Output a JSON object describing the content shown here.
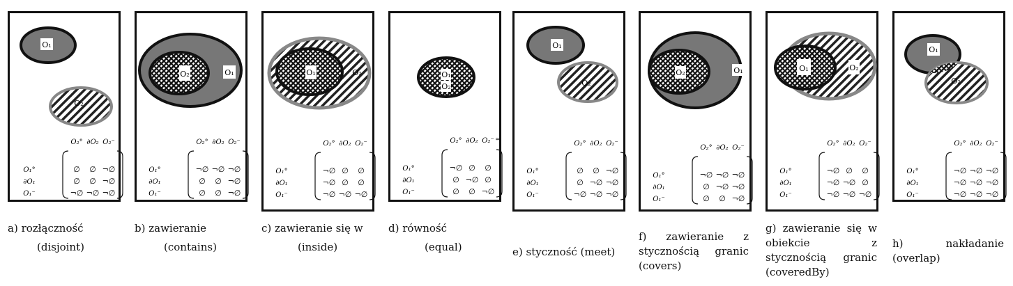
{
  "o1": "O₁",
  "o2": "O₂",
  "cols": [
    "O₂°",
    "∂O₂",
    "O₂⁻"
  ],
  "rows": [
    "O₁°",
    "∂O₁",
    "O₁⁻"
  ],
  "panels": [
    {
      "id": "a",
      "caption1": "a) rozłączność",
      "caption2": "(disjoint)",
      "matrix": [
        [
          "∅",
          "∅",
          "¬∅"
        ],
        [
          "∅",
          "∅",
          "¬∅"
        ],
        [
          "¬∅",
          "¬∅",
          "¬∅"
        ]
      ]
    },
    {
      "id": "b",
      "caption1": "b) zawieranie",
      "caption2": "(contains)",
      "matrix": [
        [
          "¬∅",
          "¬∅",
          "¬∅"
        ],
        [
          "∅",
          "∅",
          "¬∅"
        ],
        [
          "∅",
          "∅",
          "¬∅"
        ]
      ]
    },
    {
      "id": "c",
      "caption1": "c) zawieranie się w",
      "caption2": "(inside)",
      "matrix": [
        [
          "¬∅",
          "∅",
          "∅"
        ],
        [
          "¬∅",
          "∅",
          "∅"
        ],
        [
          "¬∅",
          "¬∅",
          "¬∅"
        ]
      ]
    },
    {
      "id": "d",
      "caption1": "d) równość",
      "caption2": "(equal)",
      "col_mark": "=",
      "matrix": [
        [
          "¬∅",
          "∅",
          "∅"
        ],
        [
          "∅",
          "¬∅",
          "∅"
        ],
        [
          "∅",
          "∅",
          "¬∅"
        ]
      ]
    },
    {
      "id": "e",
      "caption1": "e) styczność (meet)",
      "caption2": "",
      "matrix": [
        [
          "∅",
          "∅",
          "¬∅"
        ],
        [
          "∅",
          "¬∅",
          "¬∅"
        ],
        [
          "¬∅",
          "¬∅",
          "¬∅"
        ]
      ]
    },
    {
      "id": "f",
      "caption1": "f) zawieranie z stycznością granic (covers)",
      "caption2": "",
      "matrix": [
        [
          "¬∅",
          "¬∅",
          "¬∅"
        ],
        [
          "∅",
          "¬∅",
          "¬∅"
        ],
        [
          "∅",
          "∅",
          "¬∅"
        ]
      ]
    },
    {
      "id": "g",
      "caption1": "g) zawieranie się w obiekcie z stycznością granic (coveredBy)",
      "caption2": "",
      "matrix": [
        [
          "¬∅",
          "∅",
          "∅"
        ],
        [
          "¬∅",
          "¬∅",
          "∅"
        ],
        [
          "¬∅",
          "¬∅",
          "¬∅"
        ]
      ]
    },
    {
      "id": "h",
      "caption1": "h) nakładanie (overlap)",
      "caption2": "",
      "matrix": [
        [
          "¬∅",
          "¬∅",
          "¬∅"
        ],
        [
          "¬∅",
          "¬∅",
          "¬∅"
        ],
        [
          "¬∅",
          "¬∅",
          "¬∅"
        ]
      ]
    }
  ]
}
